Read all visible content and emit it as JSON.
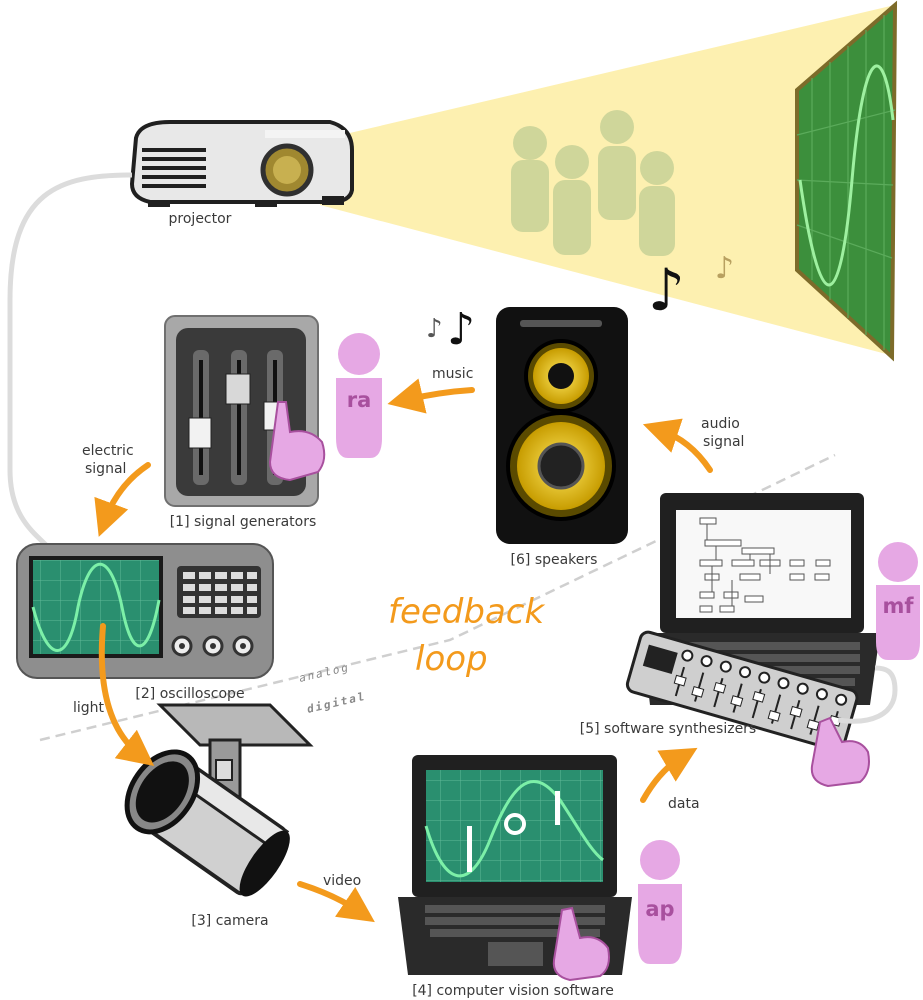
{
  "labels": {
    "projector": "projector",
    "signal_generators": "[1] signal generators",
    "oscilloscope": "[2] oscilloscope",
    "camera": "[3] camera",
    "computer_vision": "[4] computer vision software",
    "software_synths": "[5] software synthesizers",
    "speakers": "[6] speakers"
  },
  "flows": {
    "music": "music",
    "audio_signal_1": "audio",
    "audio_signal_2": "signal",
    "electric_signal_1": "electric",
    "electric_signal_2": "signal",
    "light": "light",
    "video": "video",
    "data": "data"
  },
  "feedback": {
    "line1": "feedback",
    "line2": "loop"
  },
  "divider": {
    "analog": "analog",
    "digital": "digital"
  },
  "roles": {
    "ra": "ra",
    "mf": "mf",
    "ap": "ap"
  },
  "colors": {
    "arrow": "#f39a1c",
    "person": "#e6a8e4",
    "person_text": "#a8509e",
    "screen": "#2a8f6f",
    "wave": "#7cf0a8",
    "beam": "#fdf0b0",
    "audience": "#cfd69a"
  }
}
